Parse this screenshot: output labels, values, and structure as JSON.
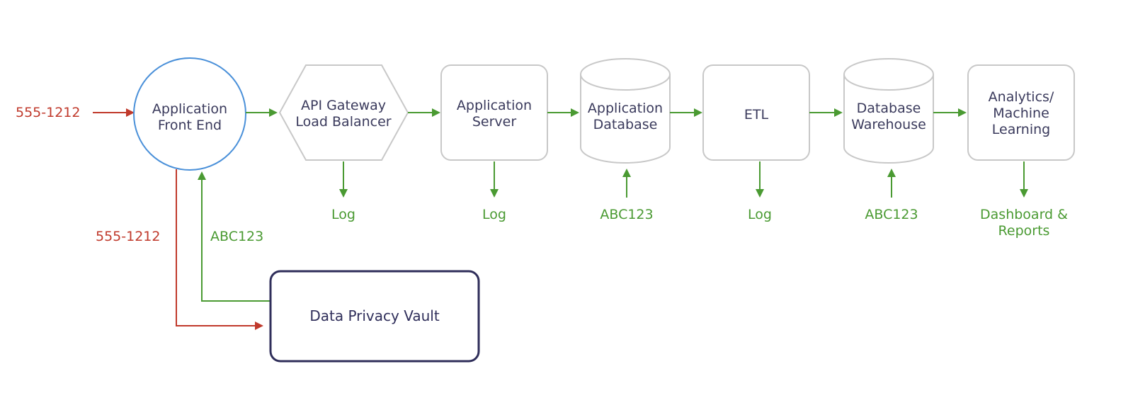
{
  "colors": {
    "node_border": "#c8c8c8",
    "frontend_border": "#4a90d9",
    "vault_border": "#2f2e5a",
    "node_text": "#3a3a5c",
    "green": "#4a9a32",
    "red": "#c0392b"
  },
  "input": {
    "phone": "555-1212"
  },
  "nodes": {
    "frontend": {
      "line1": "Application",
      "line2": "Front End"
    },
    "gateway": {
      "line1": "API Gateway",
      "line2": "Load Balancer"
    },
    "appserver": {
      "line1": "Application",
      "line2": "Server"
    },
    "appdb": {
      "line1": "Application",
      "line2": "Database"
    },
    "etl": {
      "line1": "ETL"
    },
    "warehouse": {
      "line1": "Database",
      "line2": "Warehouse"
    },
    "analytics": {
      "line1": "Analytics/",
      "line2": "Machine",
      "line3": "Learning"
    }
  },
  "outputs": {
    "gateway": "Log",
    "appserver": "Log",
    "appdb": "ABC123",
    "etl": "Log",
    "warehouse": "ABC123",
    "analytics_line1": "Dashboard &",
    "analytics_line2": "Reports"
  },
  "vault": {
    "title": "Data Privacy Vault",
    "sent_value": "555-1212",
    "returned_token": "ABC123"
  }
}
